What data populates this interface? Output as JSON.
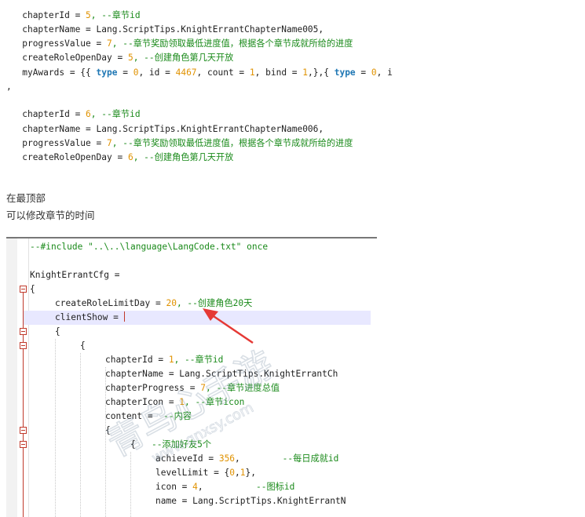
{
  "top_code": {
    "line1": {
      "a": "chapterId = ",
      "num": "5",
      "c": ", --章节id"
    },
    "line2": {
      "a": "chapterName = Lang.ScriptTips.KnightErrantChapterName005,"
    },
    "line3": {
      "a": "progressValue = ",
      "num": "7",
      "c": ", --章节奖励领取最低进度值，根据各个章节成就所给的进度"
    },
    "line4": {
      "a": "createRoleOpenDay = ",
      "num": "5",
      "c": ", --创建角色第几天开放"
    },
    "line5": {
      "a": "myAwards = {{ ",
      "kw1": "type",
      "b": " = ",
      "n1": "0",
      "c": ", id = ",
      "n2": "4467",
      "d": ", count = ",
      "n3": "1",
      "e": ", bind = ",
      "n4": "1",
      "f": ",},{ ",
      "kw2": "type",
      "g": " = ",
      "n5": "0",
      "h": ", i"
    },
    "line6": {
      "a": ","
    },
    "line7": {
      "a": "chapterId = ",
      "num": "6",
      "c": ", --章节id"
    },
    "line8": {
      "a": "chapterName = Lang.ScriptTips.KnightErrantChapterName006,"
    },
    "line9": {
      "a": "progressValue = ",
      "num": "7",
      "c": ", --章节奖励领取最低进度值，根据各个章节成就所给的进度"
    },
    "line10": {
      "a": "createRoleOpenDay = ",
      "num": "6",
      "c": ", --创建角色第几天开放"
    }
  },
  "prose": {
    "line1": "在最顶部",
    "line2": "可以修改章节的时间"
  },
  "editor": {
    "l1": {
      "a": "--#include \"..\\..\\language\\LangCode.txt\" once"
    },
    "l2": {
      "a": "KnightErrantCfg ="
    },
    "l3": {
      "a": "{"
    },
    "l4": {
      "a": "createRoleLimitDay = ",
      "num": "20",
      "c": ", --创建角色20天"
    },
    "l5": {
      "a": "clientShow = "
    },
    "l6": {
      "a": "{"
    },
    "l7": {
      "a": "{"
    },
    "l8": {
      "a": "chapterId = ",
      "num": "1",
      "c": ", --章节id"
    },
    "l9": {
      "a": "chapterName = Lang.ScriptTips.KnightErrantCh"
    },
    "l10": {
      "a": "chapterProgress = ",
      "num": "7",
      "c": ", --章节进度总值"
    },
    "l11": {
      "a": "chapterIcon = ",
      "num": "1",
      "c": ", --章节icon"
    },
    "l12": {
      "a": "content = ",
      "c": " --内容"
    },
    "l13": {
      "a": "{"
    },
    "l14": {
      "a": "{",
      "c": "   --添加好友5个"
    },
    "l15": {
      "a": "achieveId = ",
      "num": "356",
      "b": ",        ",
      "c": "--每日成就id"
    },
    "l16": {
      "a": "levelLimit = {",
      "n1": "0",
      "b": ",",
      "n2": "1",
      "d": "},"
    },
    "l17": {
      "a": "icon = ",
      "num": "4",
      "b": ",          ",
      "c": "--图标id"
    },
    "l18": {
      "a": "name = Lang.ScriptTips.KnightErrantN"
    }
  },
  "watermark_text": "青鸟心手游",
  "watermark_sub": "www.qnxsy.com",
  "colors": {
    "number": "#e09200",
    "comment": "#1a8a1a",
    "keyword": "#1f77b4",
    "arrow": "#e53935",
    "fold": "#c0392b"
  }
}
